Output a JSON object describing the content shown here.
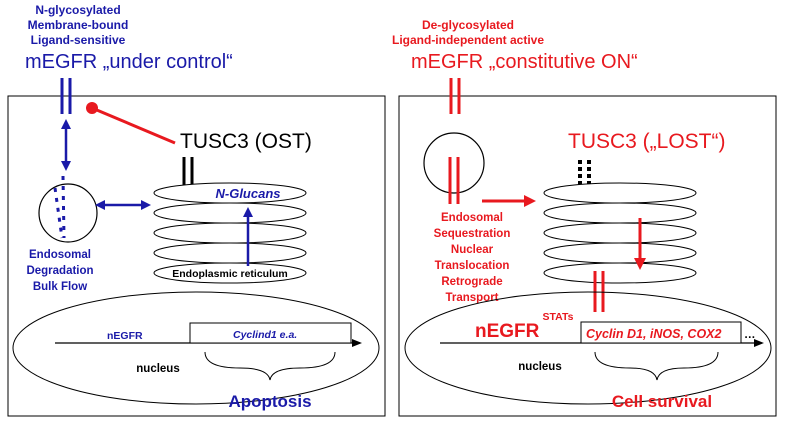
{
  "colors": {
    "blue": "#1a1aa8",
    "red": "#e8191f",
    "black": "#000000"
  },
  "left": {
    "header_lines": [
      "N-glycosylated",
      "Membrane-bound",
      "Ligand-sensitive"
    ],
    "title": "mEGFR „under control“",
    "tusc3": "TUSC3 (OST)",
    "n_glucans": "N-Glucans",
    "er_label": "Endoplasmic reticulum",
    "endosomal_lines": [
      "Endosomal",
      "Degradation",
      "Bulk Flow"
    ],
    "negfr": "nEGFR",
    "genes": "Cyclind1 e.a.",
    "nucleus": "nucleus",
    "outcome": "Apoptosis"
  },
  "right": {
    "header_lines": [
      "De-glycosylated",
      "Ligand-independent active"
    ],
    "title": "mEGFR „constitutive ON“",
    "tusc3": "TUSC3 („LOST“)",
    "seq_lines": [
      "Endosomal",
      "Sequestration",
      "Nuclear",
      "Translocation",
      "Retrograde",
      "Transport"
    ],
    "stats": "STATs",
    "negfr": "nEGFR",
    "genes": "Cyclin D1, iNOS, COX2",
    "ellipsis": "…",
    "nucleus": "nucleus",
    "outcome": "Cell survival"
  }
}
